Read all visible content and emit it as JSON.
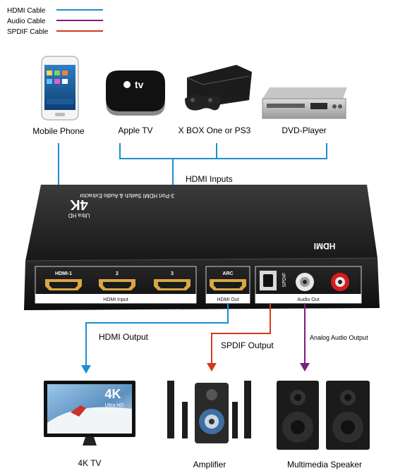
{
  "legend": [
    {
      "label": "HDMI Cable",
      "color": "#1a8fd0"
    },
    {
      "label": "Audio Cable",
      "color": "#7b1f7a"
    },
    {
      "label": "SPDIF Cable",
      "color": "#d23a1d"
    }
  ],
  "sources": {
    "mobile_phone": "Mobile Phone",
    "apple_tv": "Apple TV",
    "xbox_ps3": "X BOX One or PS3",
    "dvd_player": "DVD-Player"
  },
  "hdmi_inputs_label": "HDMI Inputs",
  "device": {
    "top_label_4k": "4K",
    "top_label_ultrahd": "Ultra HD",
    "top_label_title": "3-Port HDMI Switch & Audio Extractor",
    "side_logo": "HDMI",
    "port_labels": [
      "HDMI-1",
      "2",
      "3"
    ],
    "hdmi_input_caption": "HDMI Input",
    "arc_label": "ARC",
    "hdmi_out_caption": "HDMI Out",
    "spdif_label": "SPDIF",
    "audio_out_caption": "Audio Out"
  },
  "outputs": {
    "hdmi_output": "HDMI Output",
    "spdif_output": "SPDIF Output",
    "analog_audio_output": "Analog Audio Output"
  },
  "sinks": {
    "tv": "4K TV",
    "tv_badge_4k": "4K",
    "tv_badge_uhd": "Ultra HD",
    "amplifier": "Amplifier",
    "speaker": "Multimedia Speaker"
  },
  "apple_tv_logo": "tv"
}
